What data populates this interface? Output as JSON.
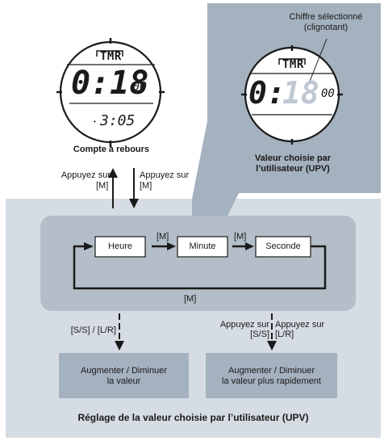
{
  "watch_top": {
    "mode": "TMR",
    "time_main": "0:18",
    "time_seconds": "00",
    "sub_time": "3:05",
    "caption": "Compte à rebours"
  },
  "watch_right": {
    "mode": "TMR",
    "digit_static": "0:",
    "digit_flash": "18",
    "time_seconds": "00",
    "callout": [
      "Chiffre sélectionné",
      "(clignotant)"
    ],
    "caption": [
      "Valeur choisie par",
      "l’utilisateur (UPV)"
    ]
  },
  "transitions": {
    "up": [
      "Appuyez sur",
      "[M]"
    ],
    "down": [
      "Appuyez sur",
      "[M]"
    ]
  },
  "cycle": {
    "boxes": [
      "Heure",
      "Minute",
      "Seconde"
    ],
    "key_1": "[M]",
    "key_2": "[M]",
    "loop_key": "[M]"
  },
  "actions": {
    "left_key": "[S/S] / [L/R]",
    "right_key_a": [
      "Appuyez sur",
      "[S/S]"
    ],
    "right_key_b": [
      "Appuyez sur",
      "[L/R]"
    ],
    "left_box": [
      "Augmenter / Diminuer",
      "la valeur"
    ],
    "right_box": [
      "Augmenter / Diminuer",
      "la valeur plus rapidement"
    ]
  },
  "section_title": "Réglage de la valeur choisie par l’utilisateur (UPV)",
  "colors": {
    "panel_outer": "#d6dce3",
    "panel_inner": "#b3bec9",
    "callout_panel": "#a4b1be",
    "action_box": "#a4b1be",
    "flash_digits": "#bfc8d2"
  }
}
